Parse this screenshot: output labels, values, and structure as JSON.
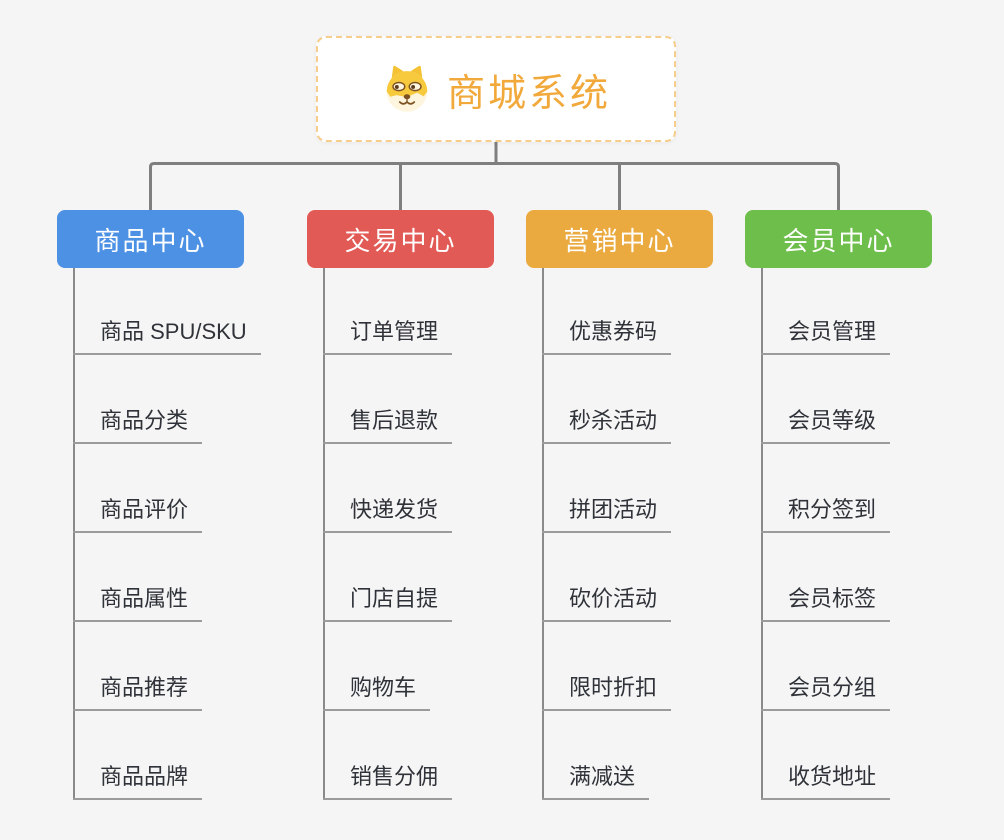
{
  "page": {
    "background": "#f5f5f5",
    "connector_color": "#7f7f7f",
    "underline_color": "#9b9b9b",
    "item_text_color": "#2f3339"
  },
  "root": {
    "label": "商城系统",
    "icon": "doge-icon",
    "text_color": "#f2a93b",
    "border_color": "#f6cd8b",
    "background": "#ffffff"
  },
  "branches": [
    {
      "id": "product-center",
      "label": "商品中心",
      "color": "#4d91e5",
      "items": [
        "商品 SPU/SKU",
        "商品分类",
        "商品评价",
        "商品属性",
        "商品推荐",
        "商品品牌"
      ]
    },
    {
      "id": "trade-center",
      "label": "交易中心",
      "color": "#e25a55",
      "items": [
        "订单管理",
        "售后退款",
        "快递发货",
        "门店自提",
        "购物车",
        "销售分佣"
      ]
    },
    {
      "id": "marketing-center",
      "label": "营销中心",
      "color": "#ebaa40",
      "items": [
        "优惠券码",
        "秒杀活动",
        "拼团活动",
        "砍价活动",
        "限时折扣",
        "满减送"
      ]
    },
    {
      "id": "member-center",
      "label": "会员中心",
      "color": "#6ebe4b",
      "items": [
        "会员管理",
        "会员等级",
        "积分签到",
        "会员标签",
        "会员分组",
        "收货地址"
      ]
    }
  ]
}
